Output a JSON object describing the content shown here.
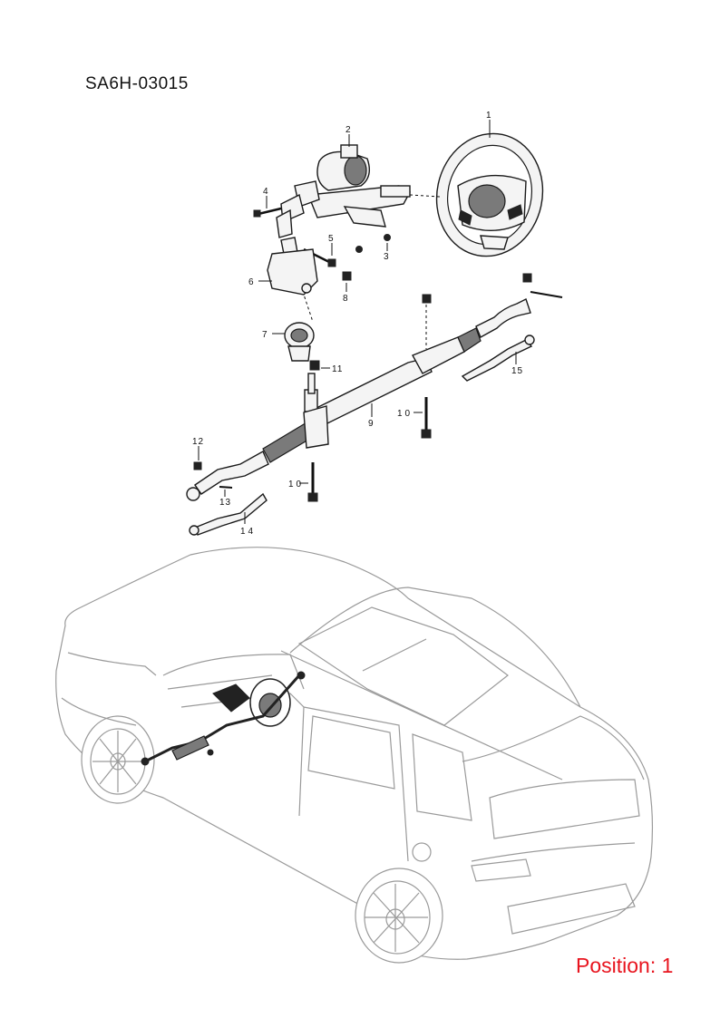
{
  "diagram": {
    "code": "SA6H-03015",
    "position_text": "Position: 1",
    "callouts": [
      "1",
      "2",
      "3",
      "4",
      "5",
      "6",
      "7",
      "8",
      "9",
      "10",
      "11",
      "12",
      "13",
      "14",
      "15"
    ]
  },
  "colors": {
    "position_text": "#e8141e",
    "line": "#111111",
    "vehicle_outline": "#9a9a9a"
  }
}
